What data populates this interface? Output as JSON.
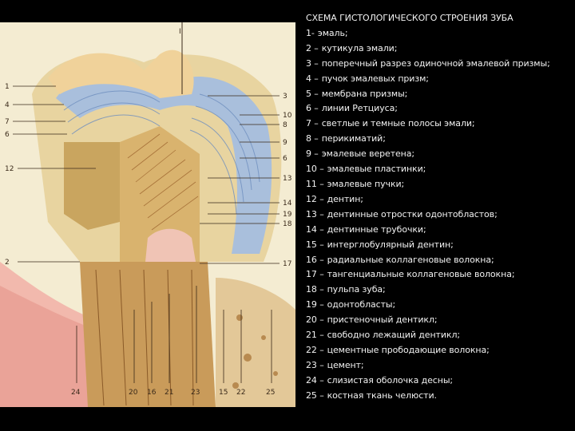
{
  "legend": {
    "title": "СХЕМА ГИСТОЛОГИЧЕСКОГО СТРОЕНИЯ ЗУБА",
    "items": [
      {
        "num": "1-",
        "text": "эмаль;"
      },
      {
        "num": "2 –",
        "text": "кутикула эмали;"
      },
      {
        "num": "3 –",
        "text": "поперечный разрез одиночной эмалевой призмы;"
      },
      {
        "num": "4 –",
        "text": "пучок эмалевых призм;"
      },
      {
        "num": "5 –",
        "text": "мембрана призмы;"
      },
      {
        "num": "6 –",
        "text": "линии Ретциуса;"
      },
      {
        "num": "7 –",
        "text": "светлые и темные полосы эмали;"
      },
      {
        "num": "8 –",
        "text": "перикиматий;"
      },
      {
        "num": "9 –",
        "text": "эмалевые веретена;"
      },
      {
        "num": "10 –",
        "text": "эмалевые пластинки;"
      },
      {
        "num": "11 –",
        "text": "эмалевые пучки;"
      },
      {
        "num": "12 –",
        "text": "дентин;"
      },
      {
        "num": "13 –",
        "text": "дентинные отростки одонтобластов;"
      },
      {
        "num": "14 –",
        "text": "дентинные трубочки;"
      },
      {
        "num": "15 –",
        "text": "интерглобулярный дентин;"
      },
      {
        "num": "16 –",
        "text": "радиальные коллагеновые волокна;"
      },
      {
        "num": "17 –",
        "text": "тангенциальные коллагеновые волокна;"
      },
      {
        "num": "18 –",
        "text": "пульпа зуба;"
      },
      {
        "num": "19 –",
        "text": "одонтобласты;"
      },
      {
        "num": "20 –",
        "text": "пристеночный дентикл;"
      },
      {
        "num": "21 –",
        "text": "свободно лежащий дентикл;"
      },
      {
        "num": "22 –",
        "text": "цементные прободающие волокна;"
      },
      {
        "num": "23 –",
        "text": "цемент;"
      },
      {
        "num": "24 –",
        "text": "слизистая оболочка десны;"
      },
      {
        "num": "25 –",
        "text": "костная ткань челюсти."
      }
    ]
  },
  "figure": {
    "left_labels": [
      "1",
      "4",
      "7",
      "6",
      "12",
      "2"
    ],
    "right_labels": [
      "3",
      "10",
      "8",
      "9",
      "6",
      "13",
      "14",
      "19",
      "18",
      "17"
    ],
    "bottom_labels": [
      "24",
      "20",
      "16",
      "21",
      "23",
      "15",
      "22",
      "25"
    ],
    "top_label": "II",
    "colors": {
      "enamel_blue": "#9fb6d6",
      "dentin_tan": "#d8b877",
      "gum_pink": "#f0b7ad",
      "pulp_pink": "#e9a98a",
      "background": "#f4ecd2"
    }
  }
}
